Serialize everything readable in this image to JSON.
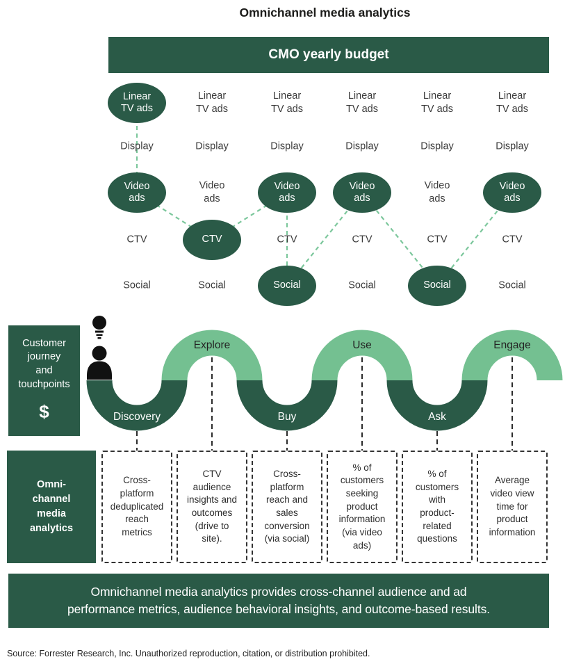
{
  "title": "Omnichannel media analytics",
  "colors": {
    "dark_green": "#2a5a47",
    "light_green": "#74c091",
    "connector_green": "#7cc79c",
    "guide_dash_black": "#2b2b2b"
  },
  "budget_banner": {
    "label": "CMO yearly budget"
  },
  "channel_grid": {
    "cells": [
      {
        "label": "Linear\nTV ads",
        "highlighted": true
      },
      {
        "label": "Linear\nTV ads",
        "highlighted": false
      },
      {
        "label": "Linear\nTV ads",
        "highlighted": false
      },
      {
        "label": "Linear\nTV ads",
        "highlighted": false
      },
      {
        "label": "Linear\nTV ads",
        "highlighted": false
      },
      {
        "label": "Linear\nTV ads",
        "highlighted": false
      },
      {
        "label": "Display",
        "highlighted": false
      },
      {
        "label": "Display",
        "highlighted": false
      },
      {
        "label": "Display",
        "highlighted": false
      },
      {
        "label": "Display",
        "highlighted": false
      },
      {
        "label": "Display",
        "highlighted": false
      },
      {
        "label": "Display",
        "highlighted": false
      },
      {
        "label": "Video\nads",
        "highlighted": true
      },
      {
        "label": "Video\nads",
        "highlighted": false
      },
      {
        "label": "Video\nads",
        "highlighted": true
      },
      {
        "label": "Video\nads",
        "highlighted": true
      },
      {
        "label": "Video\nads",
        "highlighted": false
      },
      {
        "label": "Video\nads",
        "highlighted": true
      },
      {
        "label": "CTV",
        "highlighted": false
      },
      {
        "label": "CTV",
        "highlighted": true
      },
      {
        "label": "CTV",
        "highlighted": false
      },
      {
        "label": "CTV",
        "highlighted": false
      },
      {
        "label": "CTV",
        "highlighted": false
      },
      {
        "label": "CTV",
        "highlighted": false
      },
      {
        "label": "Social",
        "highlighted": false
      },
      {
        "label": "Social",
        "highlighted": false
      },
      {
        "label": "Social",
        "highlighted": true
      },
      {
        "label": "Social",
        "highlighted": false
      },
      {
        "label": "Social",
        "highlighted": true
      },
      {
        "label": "Social",
        "highlighted": false
      }
    ],
    "connections": [
      "col1 Linear TV ads → col1 Video ads",
      "col1 Video ads → col2 CTV",
      "col2 CTV → col3 Video ads",
      "col3 Video ads → col3 Social",
      "col3 Social → col4 Video ads",
      "col4 Video ads → col5 Social",
      "col5 Social → col6 Video ads"
    ]
  },
  "journey": {
    "sidebar": {
      "label": "Customer\njourney\nand\ntouchpoints",
      "symbol": "$"
    },
    "icons": [
      "lightbulb-icon",
      "person-icon"
    ],
    "stages": [
      {
        "label": "Discovery",
        "position": "bottom"
      },
      {
        "label": "Explore",
        "position": "top"
      },
      {
        "label": "Buy",
        "position": "bottom"
      },
      {
        "label": "Use",
        "position": "top"
      },
      {
        "label": "Ask",
        "position": "bottom"
      },
      {
        "label": "Engage",
        "position": "top"
      }
    ]
  },
  "analytics": {
    "header": "Omni-\nchannel\nmedia\nanalytics",
    "boxes": [
      "Cross-\nplatform\ndeduplicated\nreach\nmetrics",
      "CTV\naudience\ninsights and\noutcomes\n(drive to\nsite).",
      "Cross-\nplatform\nreach and\nsales\nconversion\n(via social)",
      "% of\ncustomers\nseeking\nproduct\ninformation\n(via video\nads)",
      "% of\ncustomers\nwith\nproduct-\nrelated\nquestions",
      "Average\nvideo view\ntime for\nproduct\ninformation"
    ]
  },
  "summary_banner": "Omnichannel media analytics provides cross-channel audience and ad\nperformance metrics, audience behavioral insights, and outcome-based results.",
  "source": "Source: Forrester Research, Inc. Unauthorized reproduction, citation, or distribution prohibited."
}
